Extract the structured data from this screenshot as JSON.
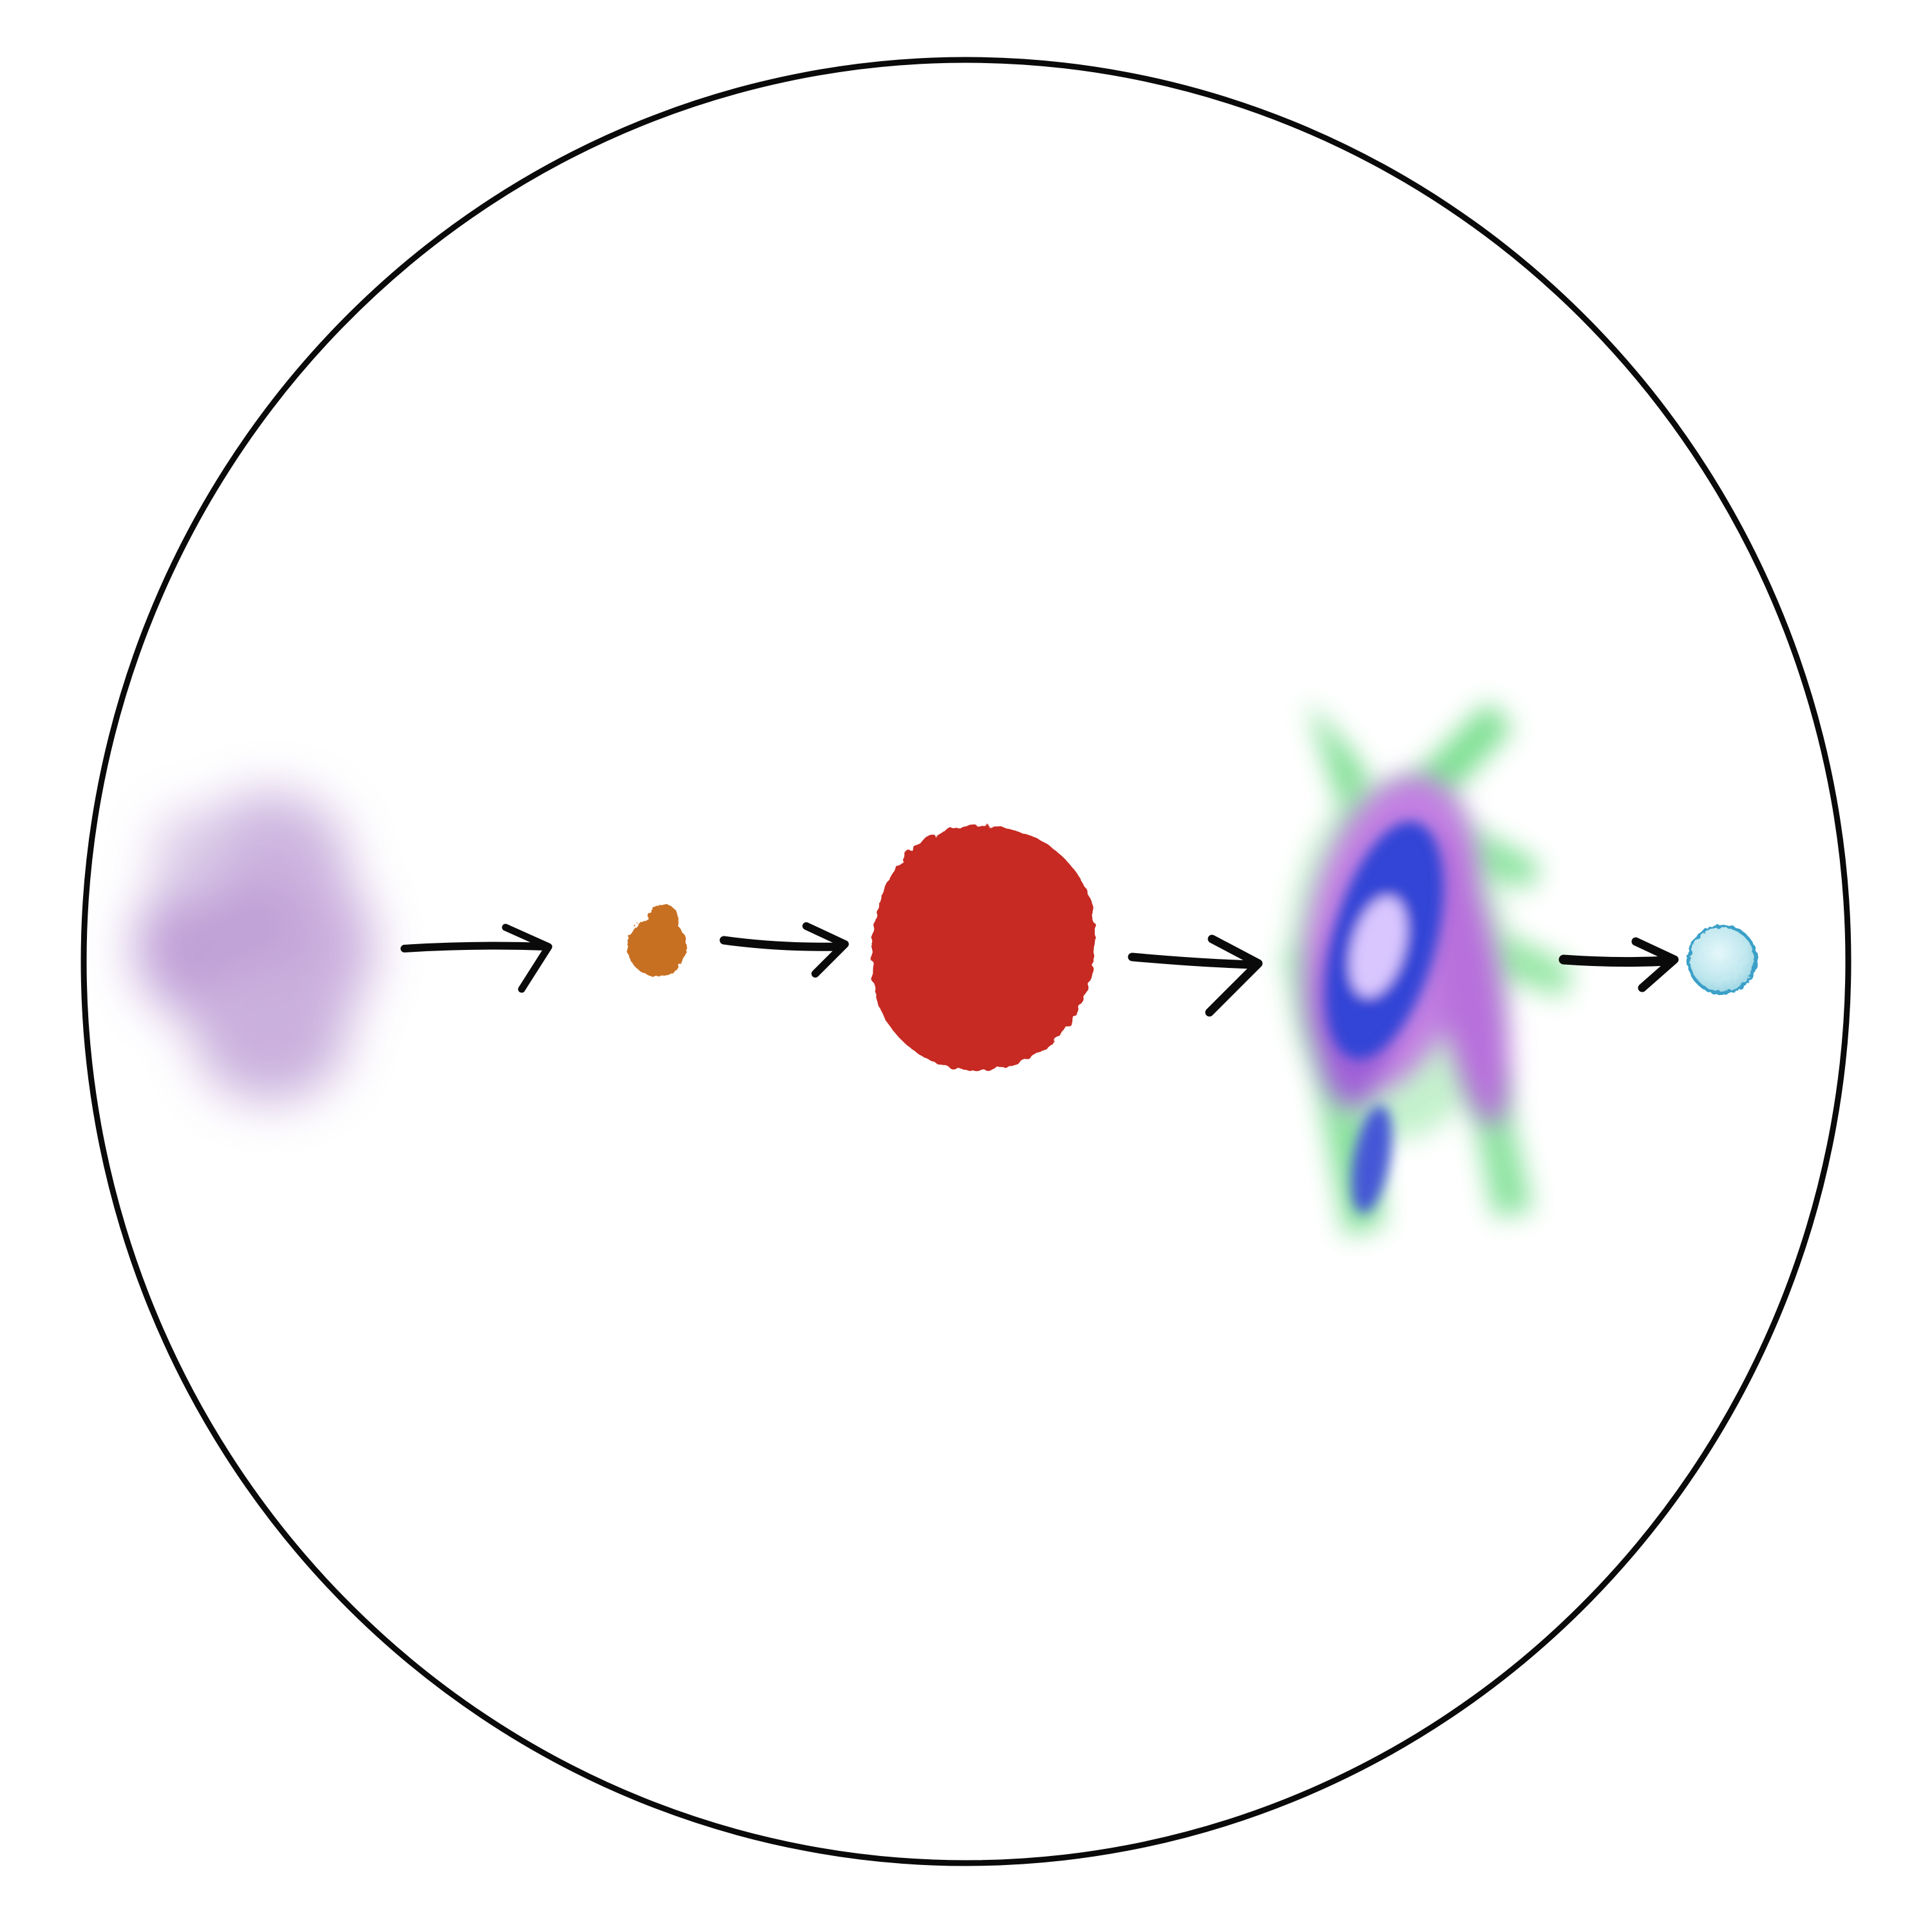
{
  "diagram": {
    "type": "stellar-lifecycle-sequence",
    "stages": [
      {
        "id": "nebula",
        "icon": "nebula-cloud-icon",
        "color": "#b58fd0"
      },
      {
        "id": "protostar",
        "icon": "small-orange-star-icon",
        "color": "#c86f22"
      },
      {
        "id": "red-giant",
        "icon": "red-giant-icon",
        "color": "#c62a20"
      },
      {
        "id": "planetary-nebula",
        "icon": "planetary-nebula-icon",
        "colors": [
          "#6fdc86",
          "#c27fe2",
          "#3344d6"
        ]
      },
      {
        "id": "white-dwarf",
        "icon": "white-dwarf-icon",
        "color": "#bfe7ee"
      }
    ],
    "connector": {
      "icon": "arrow-right-icon",
      "color": "#0a0a0a"
    },
    "frame": {
      "icon": "circle-frame-icon",
      "color": "#0a0a0a"
    }
  }
}
